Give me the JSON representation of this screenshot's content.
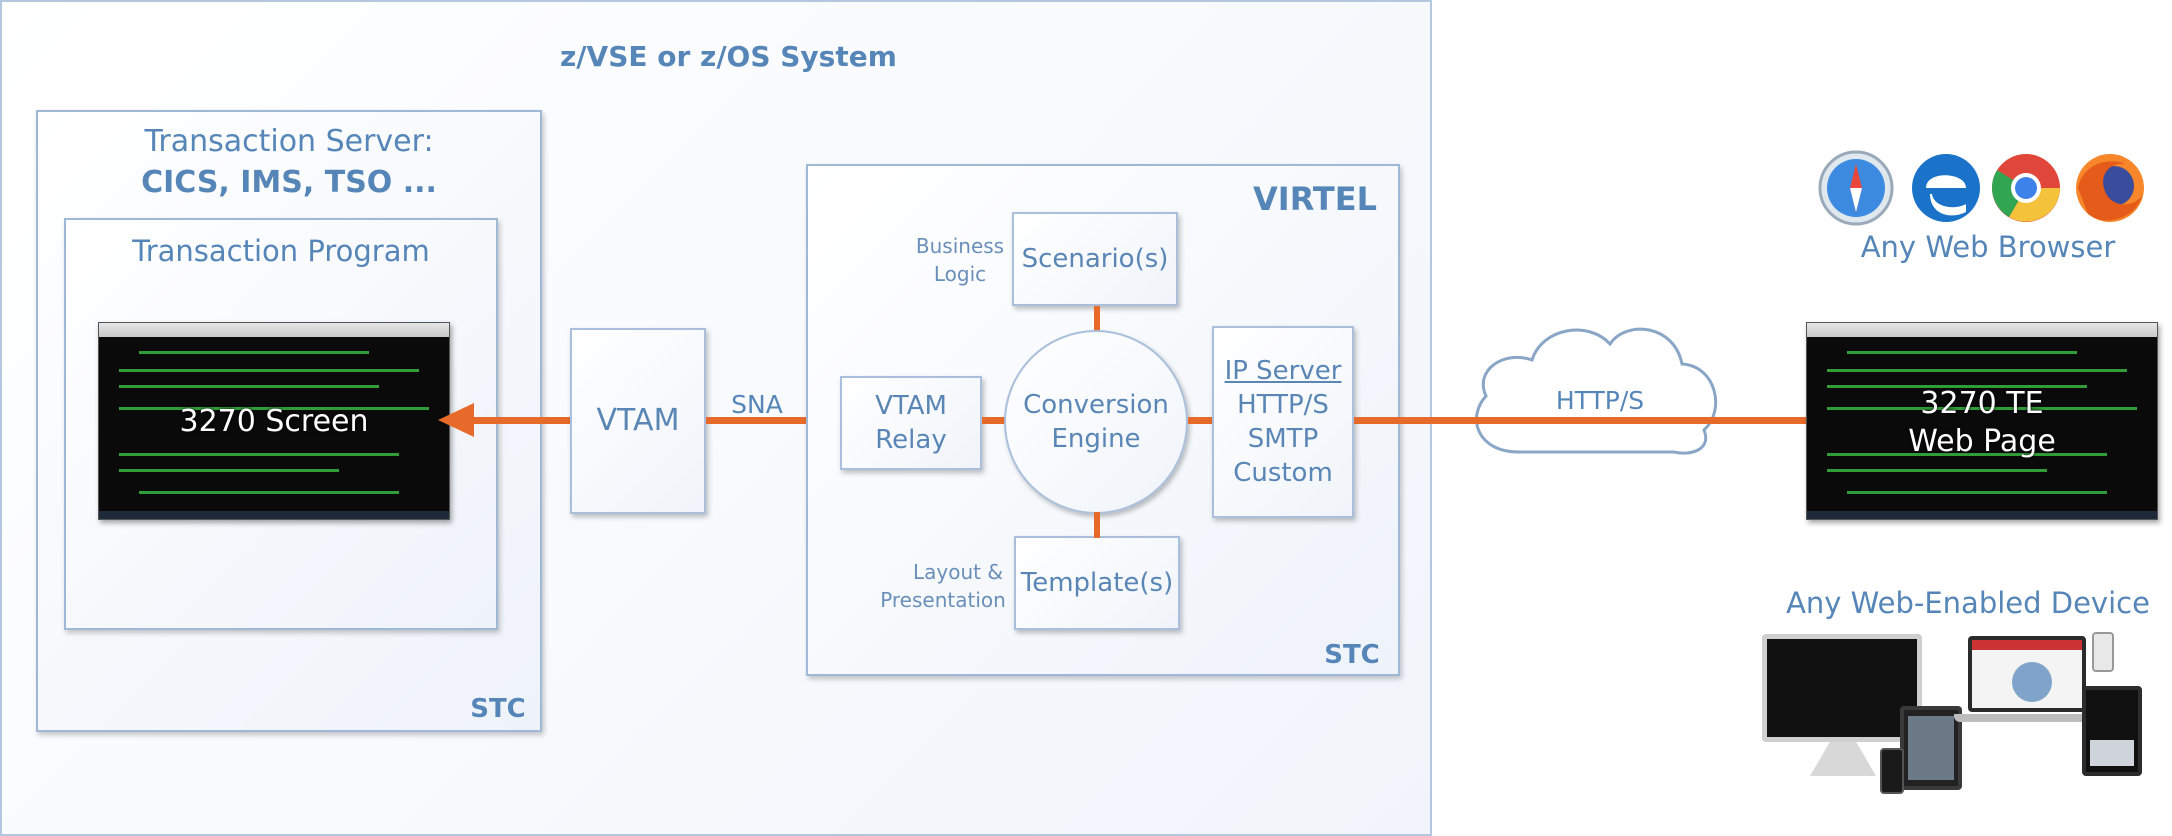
{
  "system_title": "z/VSE or z/OS System",
  "transaction_server": {
    "title_line1": "Transaction Server:",
    "title_line2": "CICS, IMS, TSO ...",
    "stc": "STC"
  },
  "transaction_program": {
    "title": "Transaction Program",
    "screen_caption": "3270 Screen"
  },
  "vtam": {
    "label": "VTAM"
  },
  "sna_label": "SNA",
  "virtel": {
    "title": "VIRTEL",
    "stc": "STC",
    "business_logic_line1": "Business",
    "business_logic_line2": "Logic",
    "scenario": "Scenario(s)",
    "vtam_relay_line1": "VTAM",
    "vtam_relay_line2": "Relay",
    "engine_line1": "Conversion",
    "engine_line2": "Engine",
    "ip_server_line1": "IP Server",
    "ip_server_line2": "HTTP/S",
    "ip_server_line3": "SMTP",
    "ip_server_line4": "Custom",
    "layout_line1": "Layout &",
    "layout_line2": "Presentation",
    "template": "Template(s)"
  },
  "cloud_label": "HTTP/S",
  "web_page": {
    "caption_line1": "3270 TE",
    "caption_line2": "Web Page"
  },
  "any_web_browser": "Any Web Browser",
  "any_web_device": "Any Web-Enabled Device",
  "browser_icons": [
    "safari-icon",
    "edge-icon",
    "chrome-icon",
    "firefox-icon"
  ],
  "colors": {
    "accent_arrow": "#e86a2a",
    "label_blue": "#5686b8",
    "box_border": "#a9bfdb",
    "terminal_green": "#3ecf4a"
  }
}
